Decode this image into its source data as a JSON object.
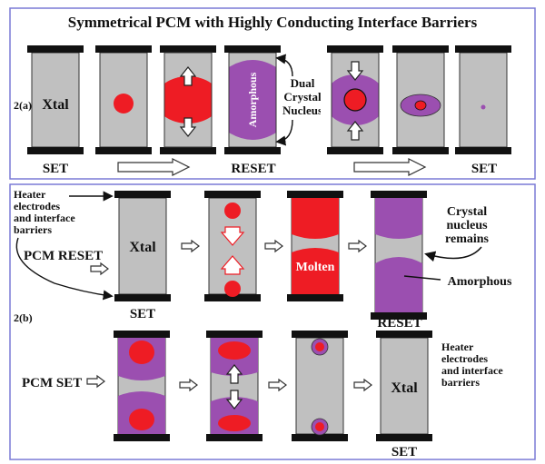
{
  "title": "Symmetrical PCM with Highly Conducting Interface Barriers",
  "panel_a": {
    "label": "2(a)",
    "xtal": "Xtal",
    "amorphous": "Amorphous",
    "nucleus_line1": "Dual",
    "nucleus_line2": "Crystal",
    "nucleus_line3": "Nucleus",
    "set_left": "SET",
    "reset": "RESET",
    "set_right": "SET"
  },
  "panel_b": {
    "label": "2(b)",
    "heater_line1": "Heater",
    "heater_line2": "electrodes",
    "heater_line3": "and interface",
    "heater_line4": "barriers",
    "pcm_reset": "PCM RESET",
    "xtal_1": "Xtal",
    "set_1": "SET",
    "molten": "Molten",
    "nucleus_line1": "Crystal",
    "nucleus_line2": "nucleus",
    "nucleus_line3": "remains",
    "amorphous": "Amorphous",
    "reset": "RESET",
    "pcm_set": "PCM SET",
    "xtal_2": "Xtal",
    "set_2": "SET",
    "heater2_line1": "Heater",
    "heater2_line2": "electrodes",
    "heater2_line3": "and interface",
    "heater2_line4": "barriers"
  },
  "colors": {
    "border": "#7a7ad6",
    "cell_gray": "#c0c0c0",
    "electrode": "#111111",
    "amorphous_purple": "#9b4fb0",
    "molten_red": "#ee1c24"
  }
}
